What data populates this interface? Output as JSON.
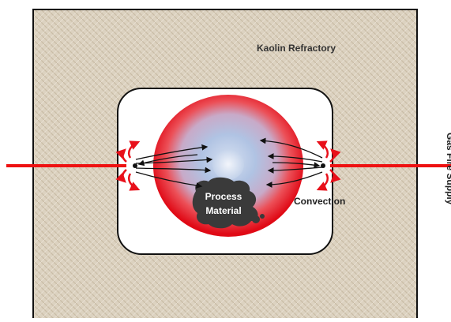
{
  "labels": {
    "refractory": "Kaolin Refractory",
    "convection": "Convection",
    "process_material_line1": "Process",
    "process_material_line2": "Material",
    "gas_supply": "Gas Fire Supply"
  },
  "colors": {
    "refractory_fill": "#dcd2c0",
    "refractory_border": "#111111",
    "chamber_fill": "#ffffff",
    "flame_red": "#e8101a",
    "inner_blue": "#a9bfe0",
    "material_fill": "#3a3a3a",
    "supply_line": "#ee1111",
    "convection_arrow": "#111111"
  },
  "icons": {
    "left_burner": "flame-burst-icon",
    "right_burner": "flame-burst-icon",
    "convection": "curved-arrow-icon"
  }
}
